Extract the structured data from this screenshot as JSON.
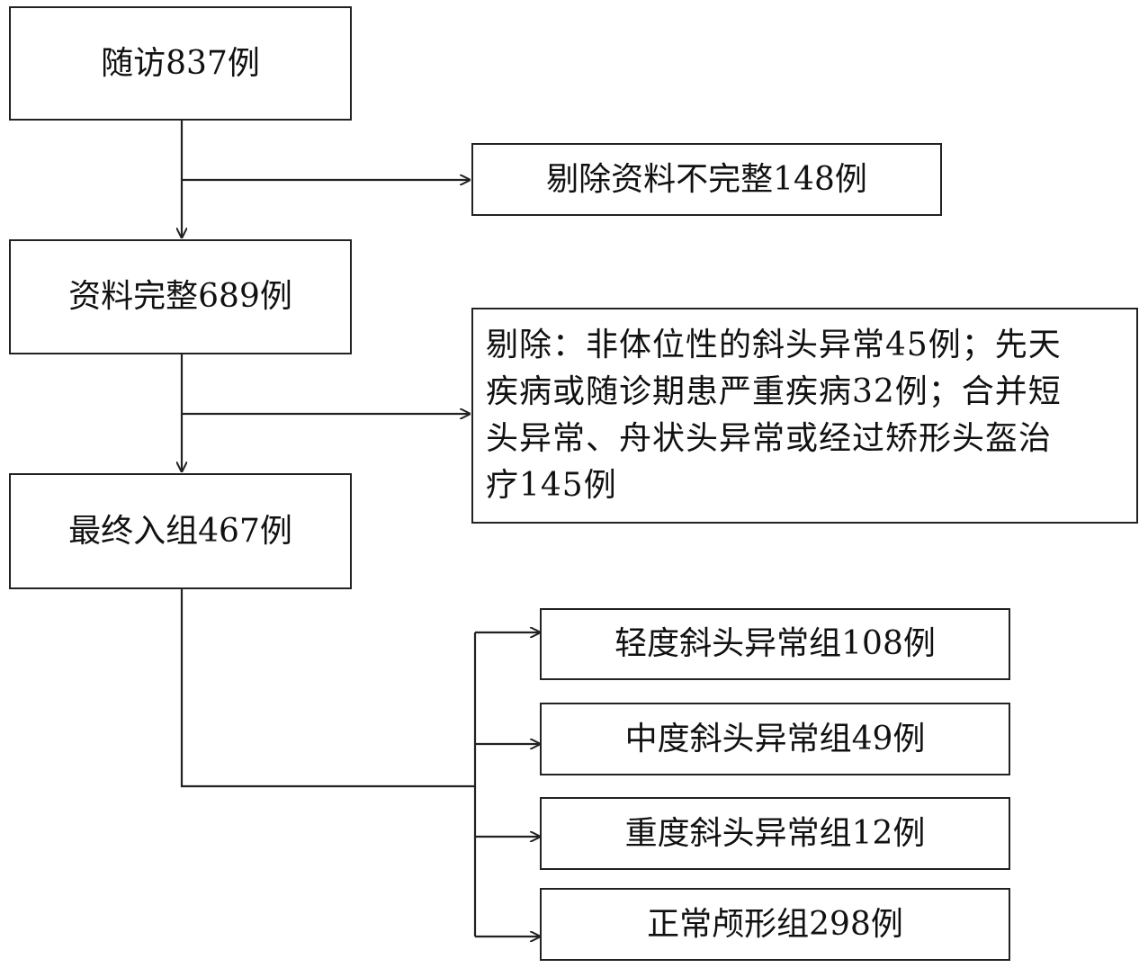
{
  "flow": {
    "followup": "随访837例",
    "excluded_incomplete": "剔除资料不完整148例",
    "complete_data": "资料完整689例",
    "excluded_other": [
      "剔除：非体位性的斜头异常45例；先天",
      "疾病或随诊期患严重疾病32例；合并短",
      "头异常、舟状头异常或经过矫形头盔治",
      "疗145例"
    ],
    "final_enrolled": "最终入组467例",
    "groups": [
      "轻度斜头异常组108例",
      "中度斜头异常组49例",
      "重度斜头异常组12例",
      "正常颅形组298例"
    ]
  }
}
